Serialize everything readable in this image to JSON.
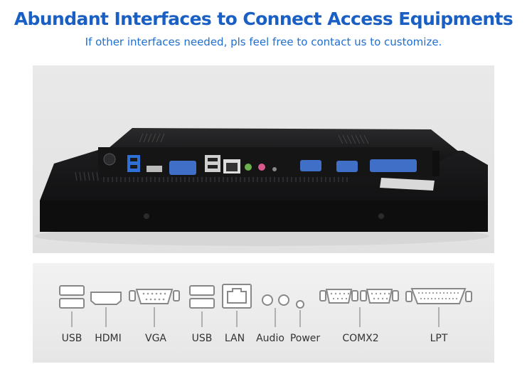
{
  "header": {
    "title": "Abundant Interfaces to Connect Access Equipments",
    "subtitle": "If other interfaces needed, pls feel free to contact us to customize."
  },
  "interfaces": {
    "usb1": "USB",
    "hdmi": "HDMI",
    "vga": "VGA",
    "usb2": "USB",
    "lan": "LAN",
    "audio": "Audio",
    "power": "Power",
    "com": "COMX2",
    "lpt": "LPT"
  }
}
